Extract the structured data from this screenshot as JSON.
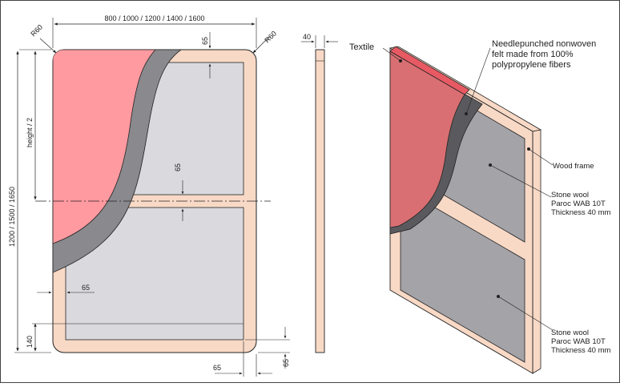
{
  "colors": {
    "frame": "#f8d9c6",
    "textile": "#ff9aa0",
    "textile_iso": "#d96f72",
    "textile_top": "#e85a63",
    "felt": "#8a8a8e",
    "felt_dark": "#5a5a5e",
    "wool": "#d9d9de",
    "wool_iso": "#a3a3a8",
    "line": "#222222"
  },
  "front_view": {
    "width_dim": "800 / 1000 / 1200 / 1400 / 1600",
    "height_dim": "1200 / 1500 / 1650",
    "half_height": "height / 2",
    "radius_left": "R60",
    "radius_right": "R60",
    "frame_top": "65",
    "frame_middle": "65",
    "frame_side": "65",
    "bottom_width": "65",
    "bottom_height": "65",
    "bottom_offset": "140"
  },
  "side_view": {
    "thickness": "40"
  },
  "iso_view": {
    "textile": "Textile",
    "felt": "Needlepunched nonwoven felt made from 100% polypropylene fibers",
    "felt_lines": [
      "Needlepunched nonwoven",
      "felt made from 100%",
      "polypropylene fibers"
    ],
    "wood_frame": "Wood frame",
    "stone_wool_upper": [
      "Stone wool",
      "Paroc WAB 10T",
      "Thickness 40 mm"
    ],
    "stone_wool_lower": [
      "Stone wool",
      "Paroc WAB 10T",
      "Thickness 40 mm"
    ]
  }
}
